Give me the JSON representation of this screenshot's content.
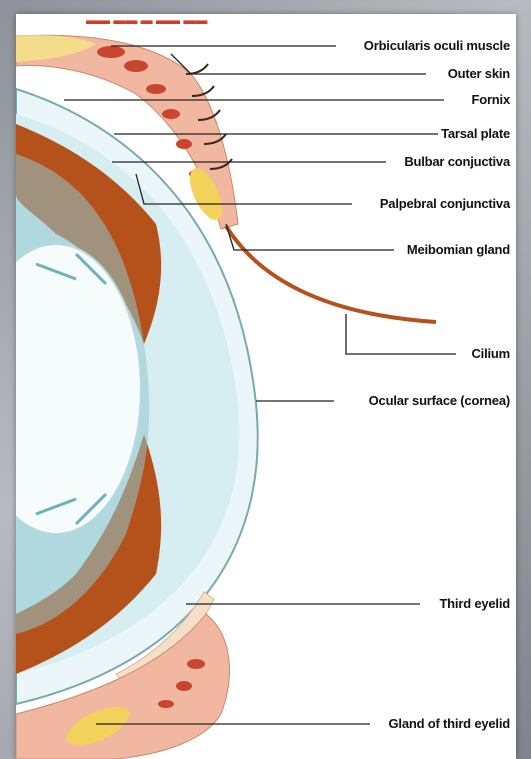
{
  "labels": {
    "orbicularis": "Orbicularis oculi muscle",
    "outer_skin": "Outer skin",
    "fornix": "Fornix",
    "tarsal_plate": "Tarsal plate",
    "bulbar": "Bulbar conjuctiva",
    "palpebral": "Palpebral conjunctiva",
    "meibomian": "Meibomian gland",
    "cilium": "Cilium",
    "ocular_surface": "Ocular surface (cornea)",
    "third_eyelid": "Third eyelid",
    "gland_third": "Gland of third eyelid"
  },
  "colors": {
    "tissue_pink": "#f2b7a0",
    "muscle_red": "#c9452e",
    "gland_yellow": "#f2d25a",
    "iris_brown": "#b5521c",
    "cornea_blue": "#d6eef2",
    "eye_teal": "#8fc6cf"
  }
}
